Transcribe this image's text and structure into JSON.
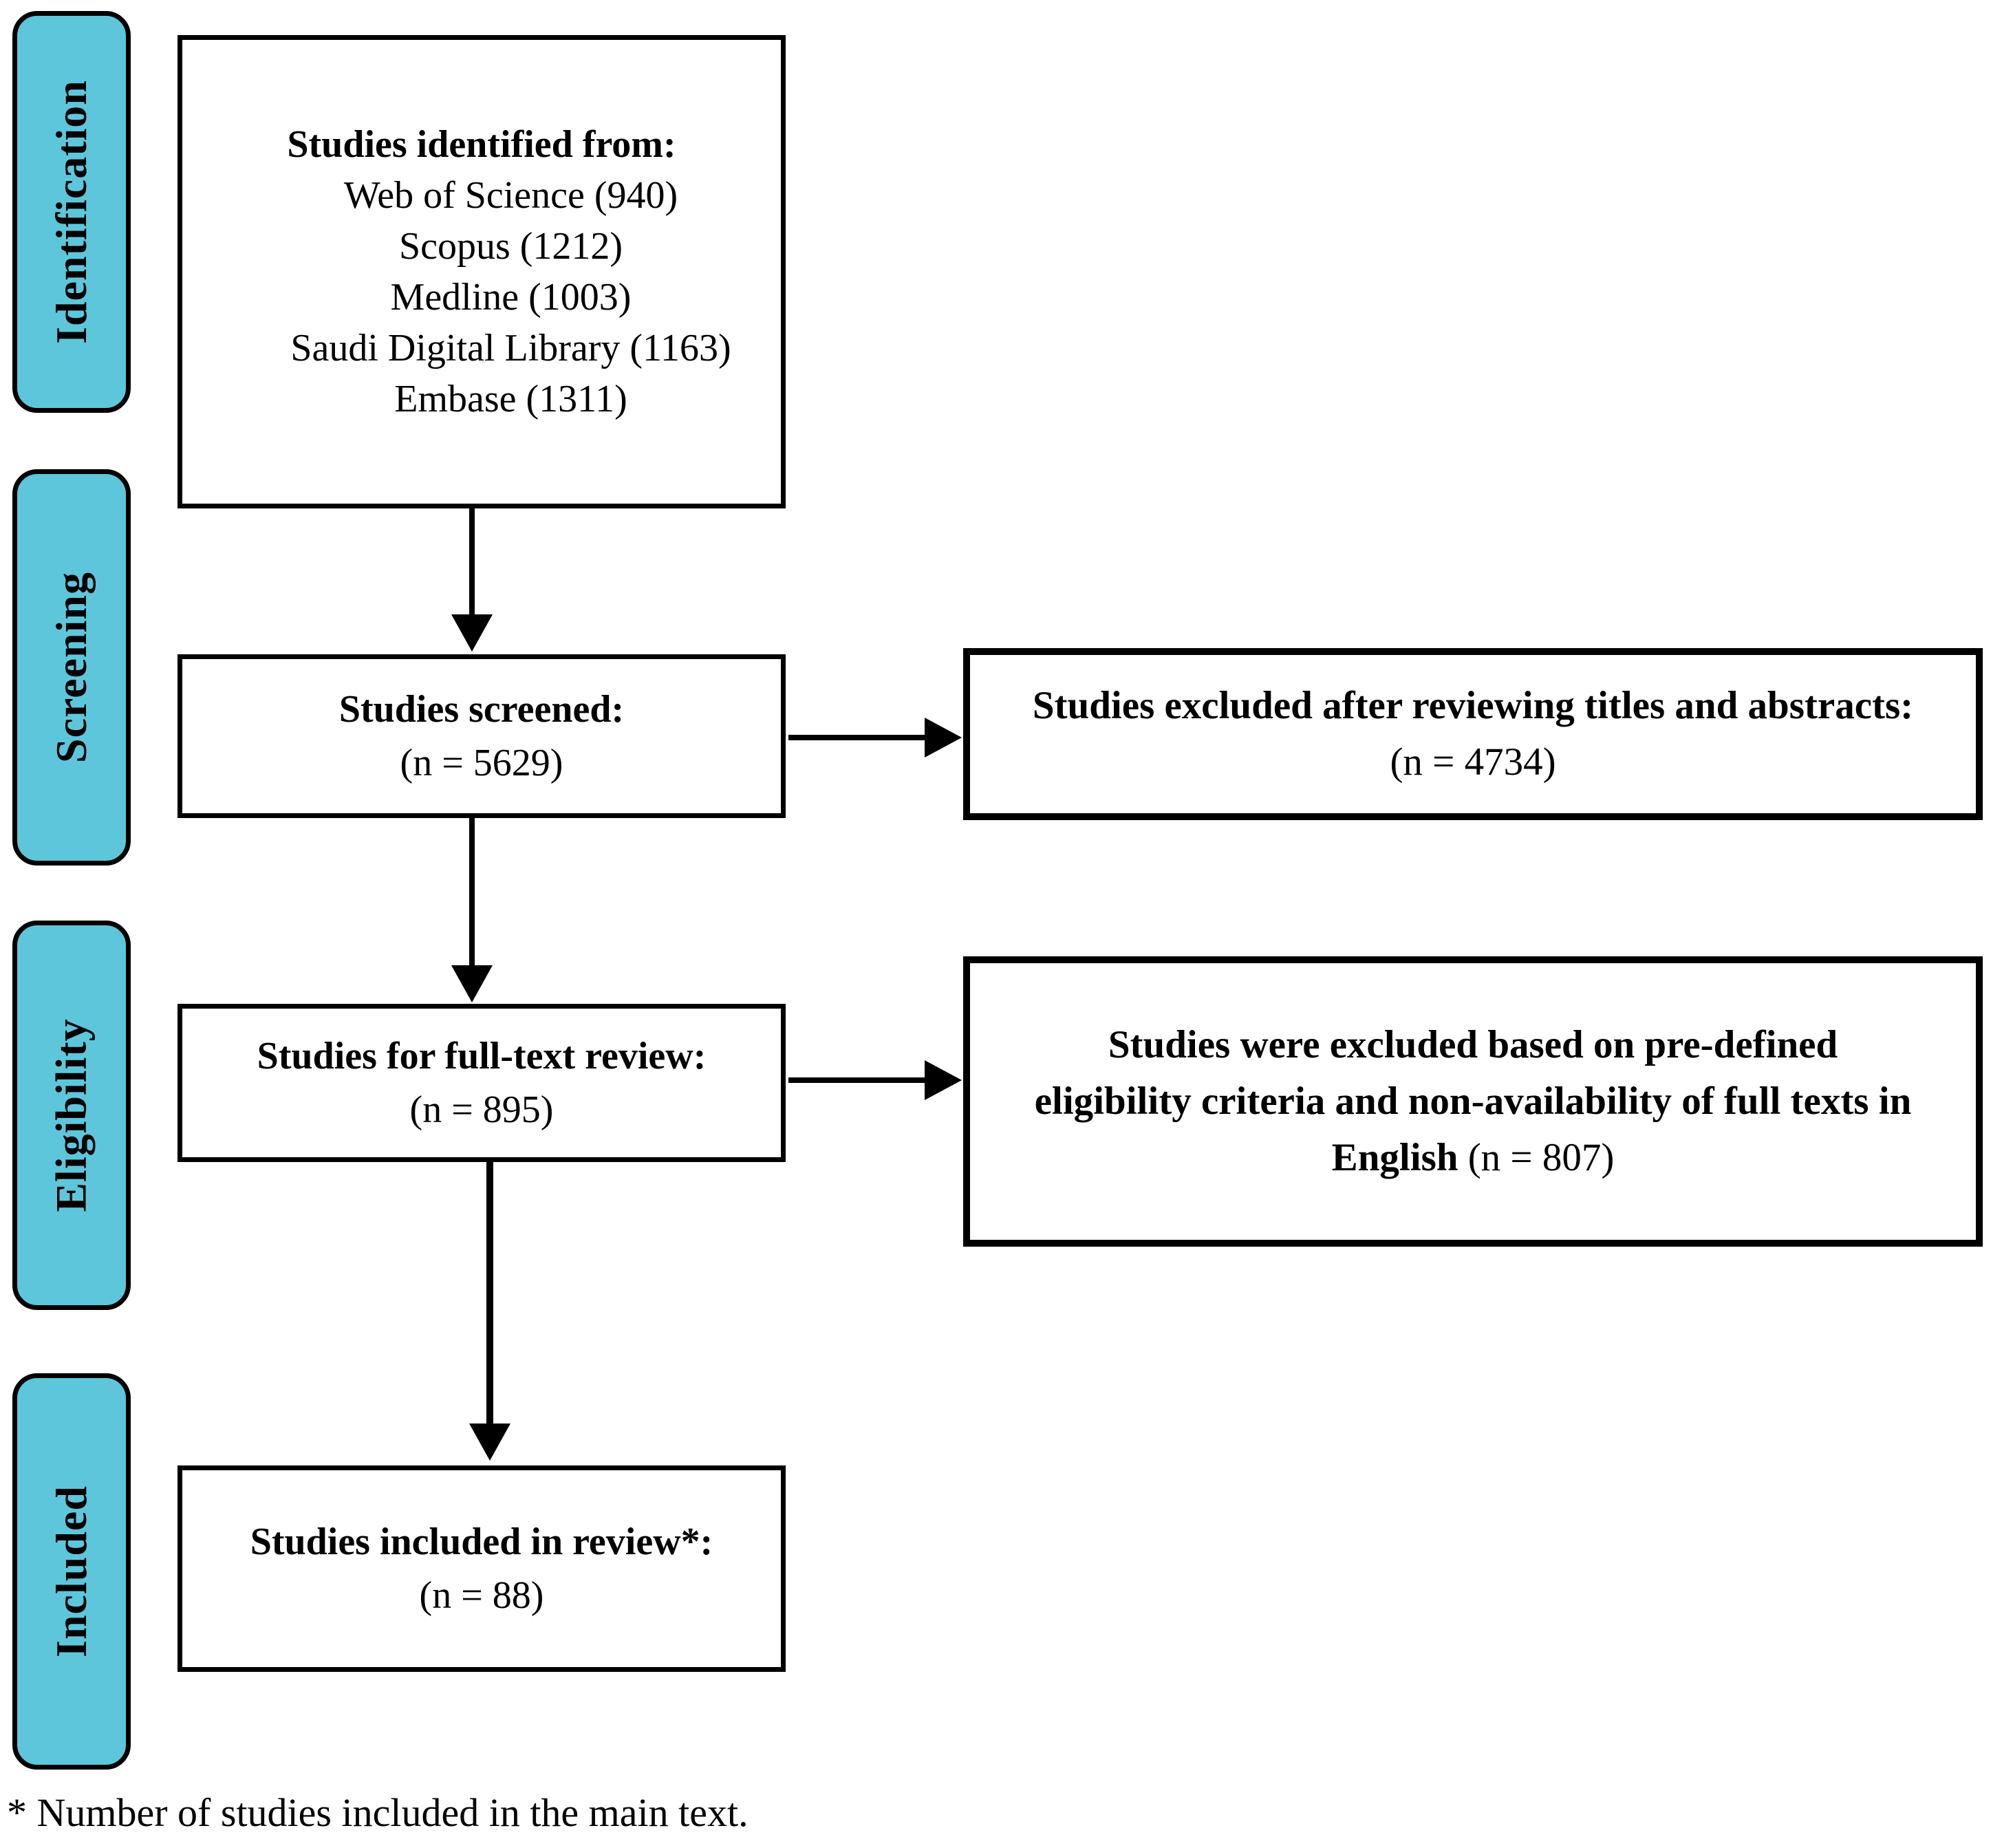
{
  "colors": {
    "stage_fill": "#5EC6DB",
    "border": "#000000",
    "text": "#000000",
    "background": "#FFFFFF"
  },
  "sidebar": {
    "labels": [
      "Identification",
      "Screening",
      "Eligibility",
      "Included"
    ]
  },
  "flow": {
    "identified": {
      "title": "Studies identified from:",
      "items": [
        "Web of Science (940)",
        "Scopus (1212)",
        "Medline (1003)",
        "Saudi Digital Library (1163)",
        "Embase (1311)"
      ]
    },
    "screened": {
      "title": "Studies screened:",
      "count": "(n = 5629)"
    },
    "fulltext": {
      "title": "Studies for full-text review:",
      "count": "(n = 895)"
    },
    "included": {
      "title": "Studies included in review*:",
      "count": "(n = 88)"
    }
  },
  "exclusions": {
    "titles_abstracts": {
      "title": "Studies excluded after reviewing titles and abstracts:",
      "count": "(n = 4734)"
    },
    "eligibility": {
      "line1": "Studies were excluded based on pre-defined",
      "line2": "eligibility criteria and non-availability of full texts in",
      "line3_bold": "English",
      "line3_count": " (n = 807)"
    }
  },
  "footnote": "* Number of studies included in the main text."
}
